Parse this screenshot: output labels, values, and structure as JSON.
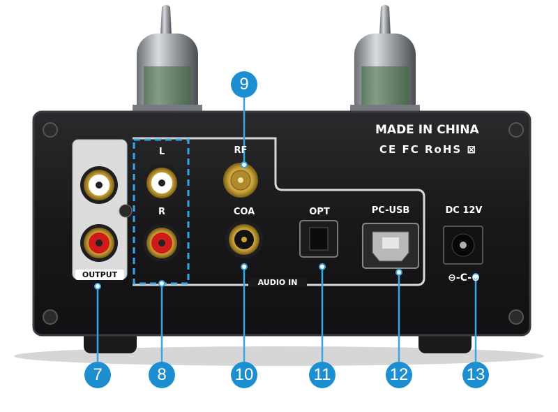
{
  "device": {
    "made_in": "MADE IN CHINA",
    "certifications": [
      "CE",
      "FC",
      "RoHS"
    ],
    "output_label": "OUTPUT",
    "input_left_label": "L",
    "input_right_label": "R",
    "rf_label": "RF",
    "coa_label": "COA",
    "opt_label": "OPT",
    "usb_label": "PC-USB",
    "dc_label": "DC 12V",
    "audio_in_label": "AUDIO IN",
    "polarity_symbol": "⊖-C-⊕"
  },
  "callouts": [
    "7",
    "8",
    "9",
    "10",
    "11",
    "12",
    "13"
  ],
  "colors": {
    "badge": "#1d8fd1",
    "chassis": "#1a1a1c",
    "rca_red": "#d01a1a",
    "gold": "#c9a23a"
  }
}
